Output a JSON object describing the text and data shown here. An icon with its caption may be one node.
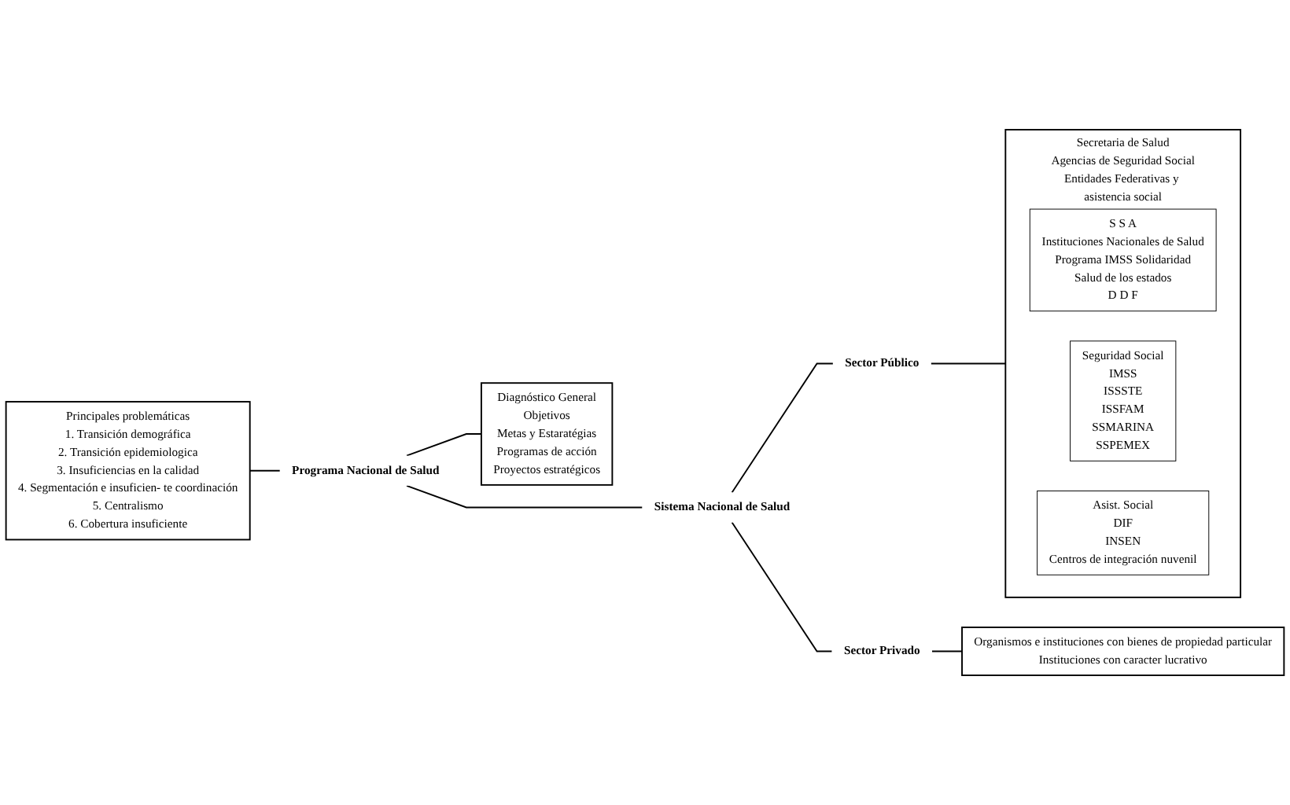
{
  "diagram": {
    "nodes": [
      {
        "text": [
          "Principales problemáticas",
          "1. Transición demográfica",
          "2. Transición epidemiologica",
          "3. Insuficiencias en la calidad",
          "4. Segmentación e insuficien- te coordinación",
          "5. Centralismo",
          "6. Cobertura insuficiente"
        ]
      },
      {
        "text": [
          "Programa Nacional de Salud"
        ]
      },
      {
        "text": [
          "Diagnóstico General",
          "Objetivos",
          "Metas y Estaratégias",
          "Programas de acción",
          "Proyectos estratégicos"
        ]
      },
      {
        "text": [
          "Sistema Nacional de Salud"
        ]
      },
      {
        "text": [
          "Sector Público"
        ]
      },
      {
        "text": [
          "Sector Privado"
        ]
      },
      {
        "text": [
          "Organismos e instituciones con bienes de propiedad particular",
          "Instituciones con caracter lucrativo"
        ]
      },
      {
        "text": [
          "Secretaria de Salud",
          "Agencias de Seguridad Social",
          "Entidades Federativas y asistencia social"
        ]
      },
      {
        "text": [
          "S S A",
          "Instituciones Nacionales de Salud",
          "Programa IMSS Solidaridad",
          "Salud de los estados",
          "D D F"
        ],
        "in": 7
      },
      {
        "text": [
          "Seguridad Social",
          "IMSS",
          "ISSSTE",
          "ISSFAM",
          "SSMARINA",
          "SSPEMEX"
        ],
        "in": 7
      },
      {
        "text": [
          "Asist. Social",
          "DIF",
          "INSEN",
          "Centros de integración nuvenil"
        ],
        "in": 7
      }
    ],
    "edges": [
      {
        "from": 0,
        "to": 1,
        "arrow": "none"
      },
      {
        "from": 1,
        "to": 2,
        "arrow": "none"
      },
      {
        "from": 1,
        "to": 3,
        "arrow": "none"
      },
      {
        "from": 3,
        "to": 4,
        "arrow": "none"
      },
      {
        "from": 3,
        "to": 5,
        "arrow": "none"
      },
      {
        "from": 4,
        "to": 7,
        "arrow": "none"
      },
      {
        "from": 5,
        "to": 6,
        "arrow": "none"
      }
    ]
  }
}
